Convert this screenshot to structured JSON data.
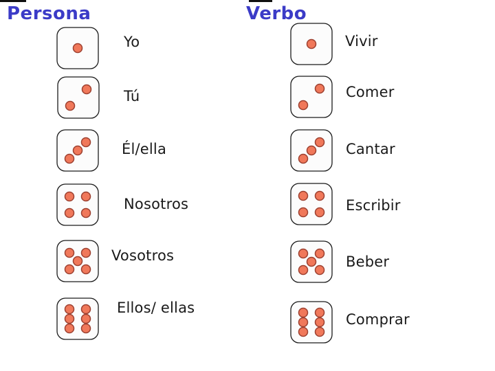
{
  "colors": {
    "header_text": "#3b3bc7",
    "label_text": "#1a1a1a",
    "die_face": "#fcfcfc",
    "die_border": "#1a1a1a",
    "pip_fill": "#f0785a",
    "pip_stroke": "#9c4030"
  },
  "columns": [
    {
      "header": "Persona",
      "rows": [
        {
          "die": 1,
          "label": "Yo"
        },
        {
          "die": 2,
          "label": "Tú"
        },
        {
          "die": 3,
          "label": "Él/ella"
        },
        {
          "die": 4,
          "label": "Nosotros"
        },
        {
          "die": 5,
          "label": "Vosotros"
        },
        {
          "die": 6,
          "label": "Ellos/ ellas"
        }
      ]
    },
    {
      "header": "Verbo",
      "rows": [
        {
          "die": 1,
          "label": "Vivir"
        },
        {
          "die": 2,
          "label": "Comer"
        },
        {
          "die": 3,
          "label": "Cantar"
        },
        {
          "die": 4,
          "label": "Escribir"
        },
        {
          "die": 5,
          "label": "Beber"
        },
        {
          "die": 6,
          "label": "Comprar"
        }
      ]
    }
  ]
}
